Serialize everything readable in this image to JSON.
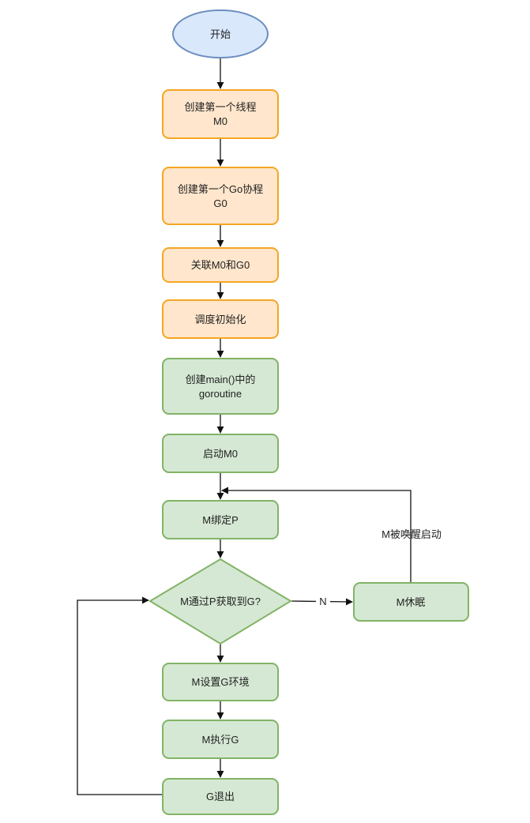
{
  "colors": {
    "start_fill": "#dae8fc",
    "start_stroke": "#6c8ebf",
    "orange_fill": "#ffe6cc",
    "orange_stroke": "#f5a623",
    "green_fill": "#d5e8d4",
    "green_stroke": "#82b366",
    "edge": "#111111"
  },
  "nodes": {
    "start": "开始",
    "create_m0": {
      "line1": "创建第一个线程",
      "line2": "M0"
    },
    "create_g0": {
      "line1": "创建第一个Go协程",
      "line2": "G0"
    },
    "link_m0_g0": "关联M0和G0",
    "schedule_init": "调度初始化",
    "create_main_goroutine": {
      "line1": "创建main()中的",
      "line2": "goroutine"
    },
    "start_m0": "启动M0",
    "m_bind_p": "M绑定P",
    "m_get_g": "M通过P获取到G?",
    "m_sleep": "M休眠",
    "m_set_env": "M设置G环境",
    "m_exec_g": "M执行G",
    "g_exit": "G退出"
  },
  "edges": {
    "no_label": "N",
    "wake_label": "M被唤醒启动"
  }
}
